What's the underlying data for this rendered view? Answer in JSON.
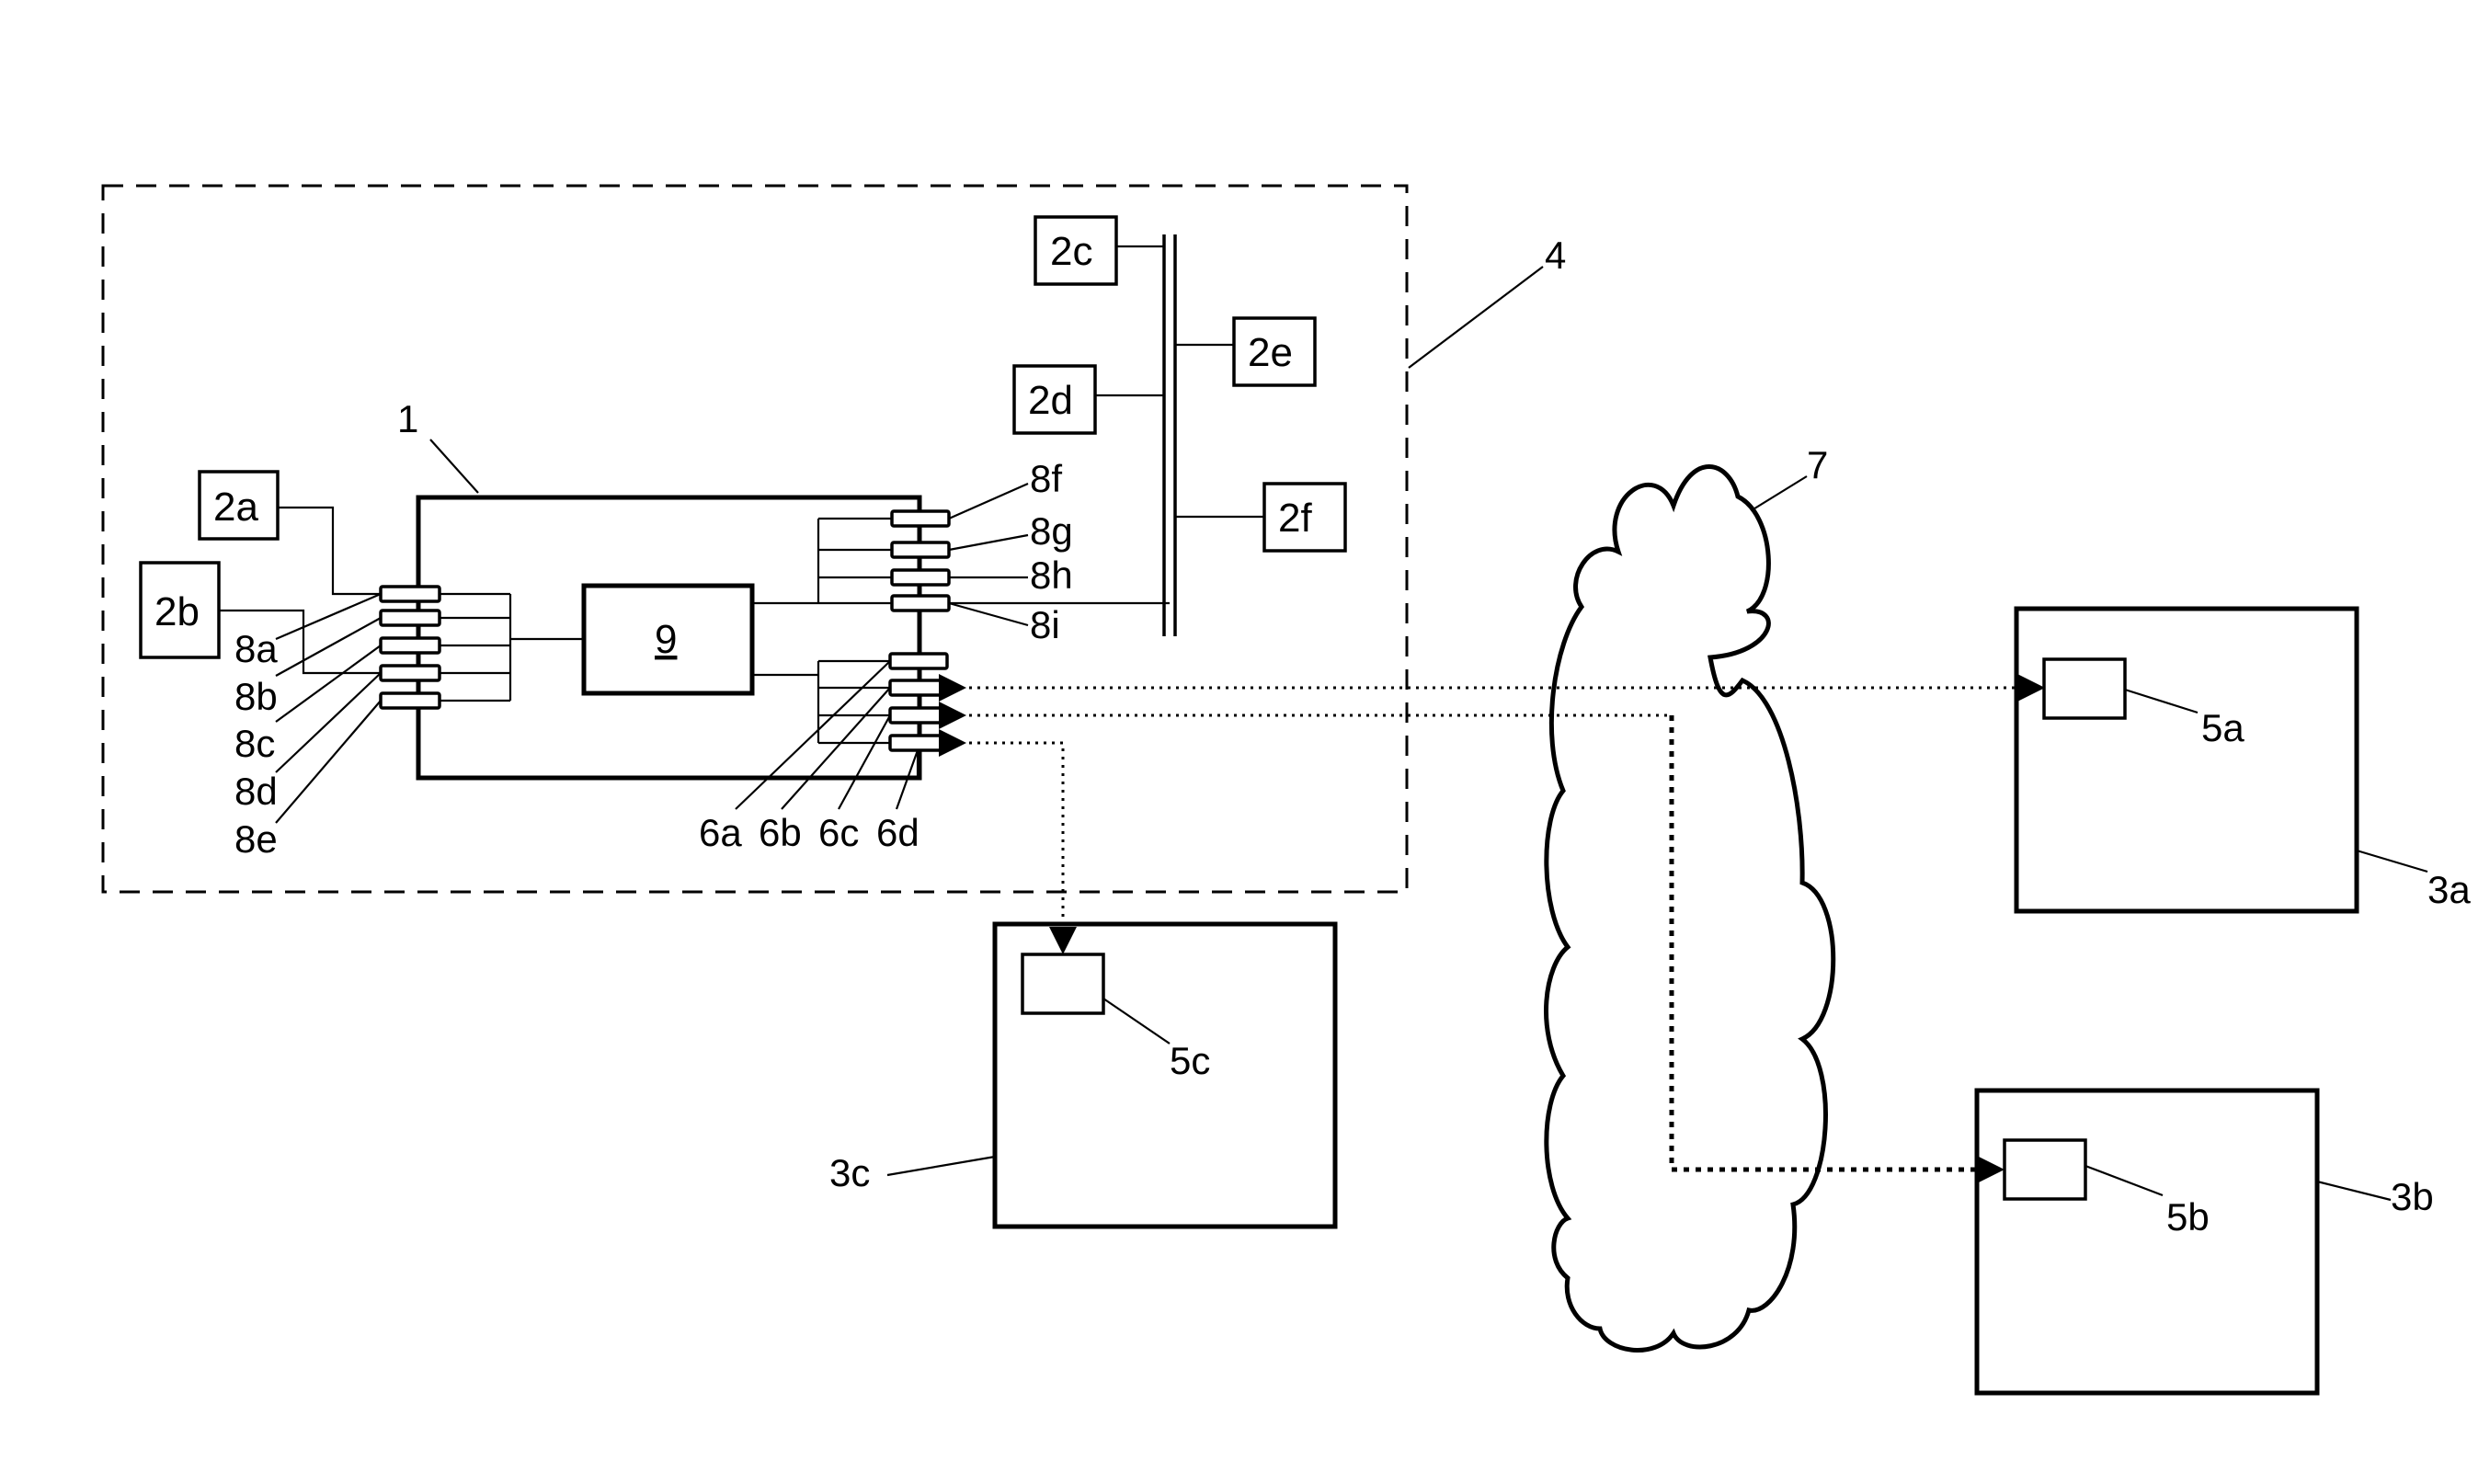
{
  "labels": {
    "system": "4",
    "device": "1",
    "processor": "9",
    "network": "7",
    "terminal_a": "3a",
    "terminal_b": "3b",
    "terminal_c": "3c",
    "app_a": "5a",
    "app_b": "5b",
    "app_c": "5c",
    "peripheral_a": "2a",
    "peripheral_b": "2b",
    "peripheral_c": "2c",
    "peripheral_d": "2d",
    "peripheral_e": "2e",
    "peripheral_f": "2f",
    "ports_left": [
      "8a",
      "8b",
      "8c",
      "8d",
      "8e"
    ],
    "ports_right": [
      "8f",
      "8g",
      "8h",
      "8i"
    ],
    "ports_comm": [
      "6a",
      "6b",
      "6c",
      "6d"
    ]
  }
}
